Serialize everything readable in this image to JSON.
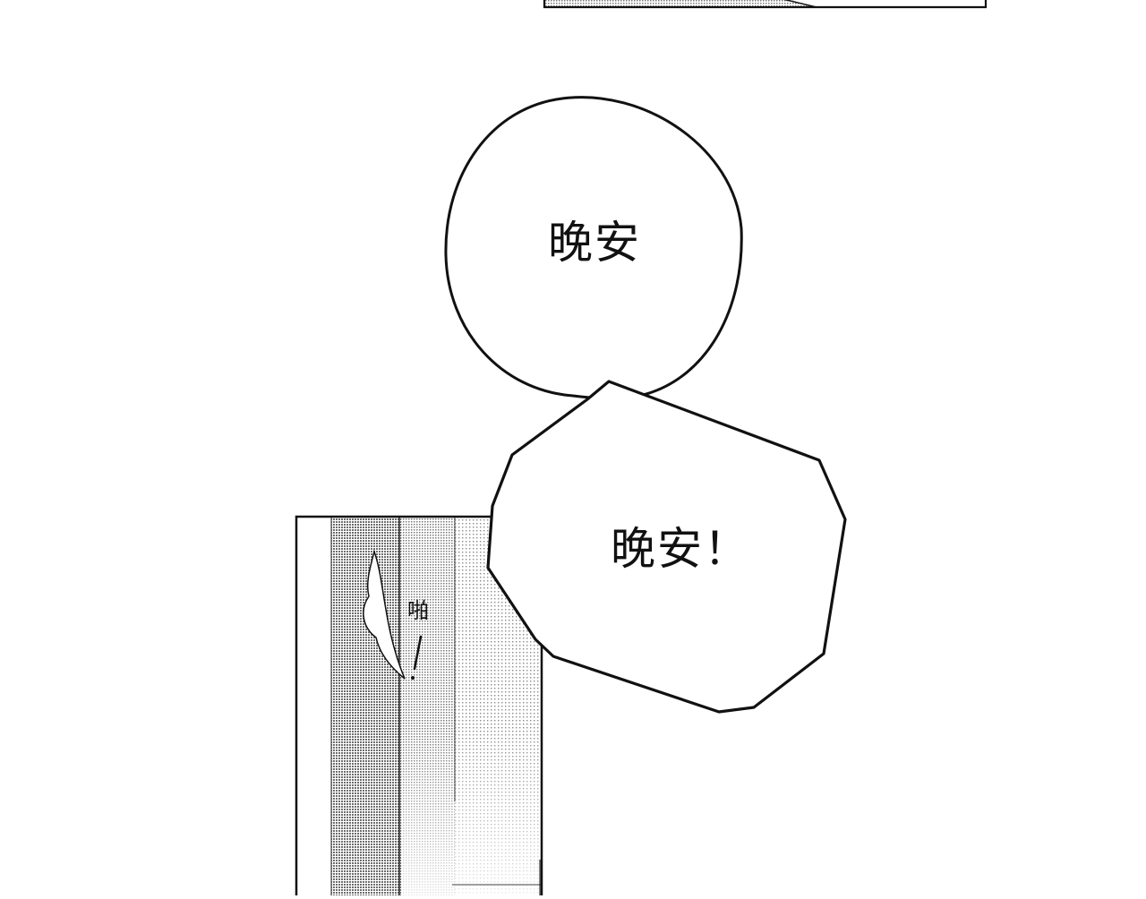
{
  "bubbles": {
    "first": {
      "text": "晚安"
    },
    "second": {
      "text": "晚安！"
    }
  },
  "sound_effect": {
    "text": "啪"
  },
  "colors": {
    "ink": "#111111",
    "paper": "#ffffff",
    "screentone_dark": "#9a9a9a",
    "screentone_light": "#d4d4d4"
  }
}
